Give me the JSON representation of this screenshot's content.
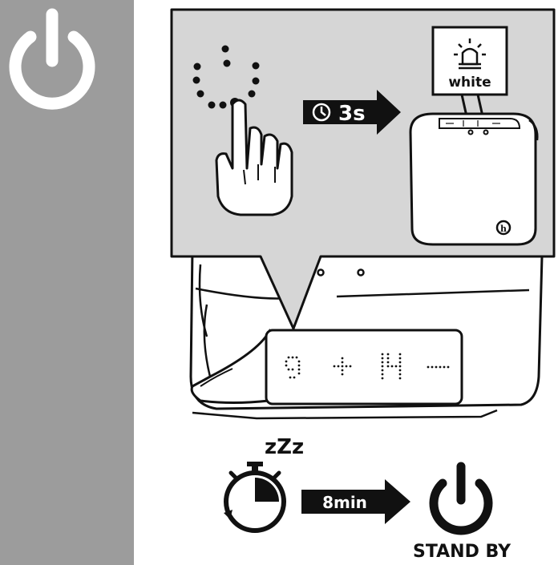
{
  "labels": {
    "hold_duration": "3s",
    "led_color": "white",
    "sleep": "zZz",
    "timeout": "8min",
    "standby": "STAND BY"
  },
  "colors": {
    "sidebar": "#9c9c9c",
    "callout": "#d6d6d6",
    "ink": "#111111"
  },
  "icons": [
    "power-icon",
    "hand-press-icon",
    "clock-icon",
    "led-icon",
    "speaker-device-icon",
    "display-device-icon",
    "stopwatch-icon",
    "arrow-icon",
    "standby-power-icon"
  ]
}
